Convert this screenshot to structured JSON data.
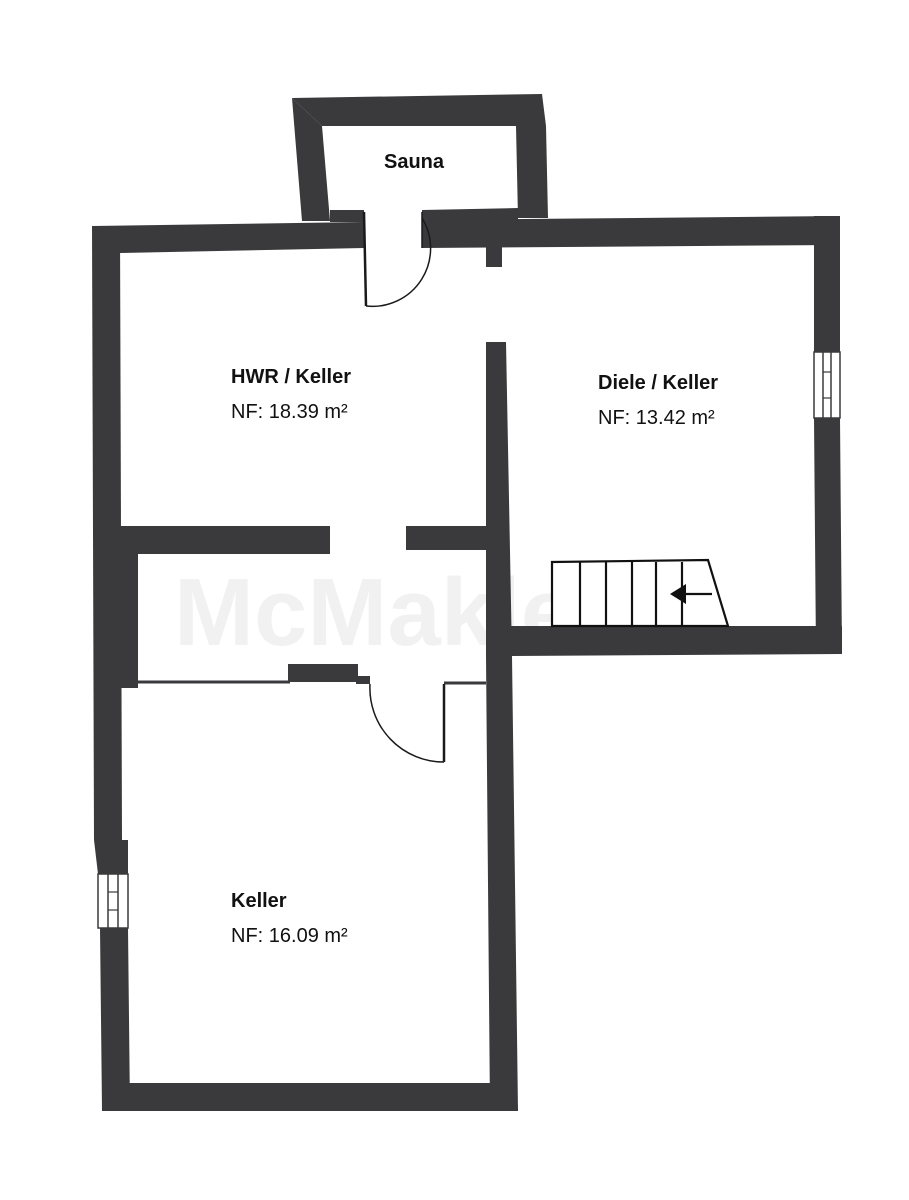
{
  "watermark": "McMakler",
  "rooms": [
    {
      "name": "Sauna",
      "area": ""
    },
    {
      "name": "HWR / Keller",
      "area": "NF: 18.39 m²"
    },
    {
      "name": "Diele / Keller",
      "area": "NF: 13.42 m²"
    },
    {
      "name": "Keller",
      "area": "NF: 16.09 m²"
    }
  ],
  "colors": {
    "wall": "#3a3a3c",
    "background": "#ffffff"
  }
}
